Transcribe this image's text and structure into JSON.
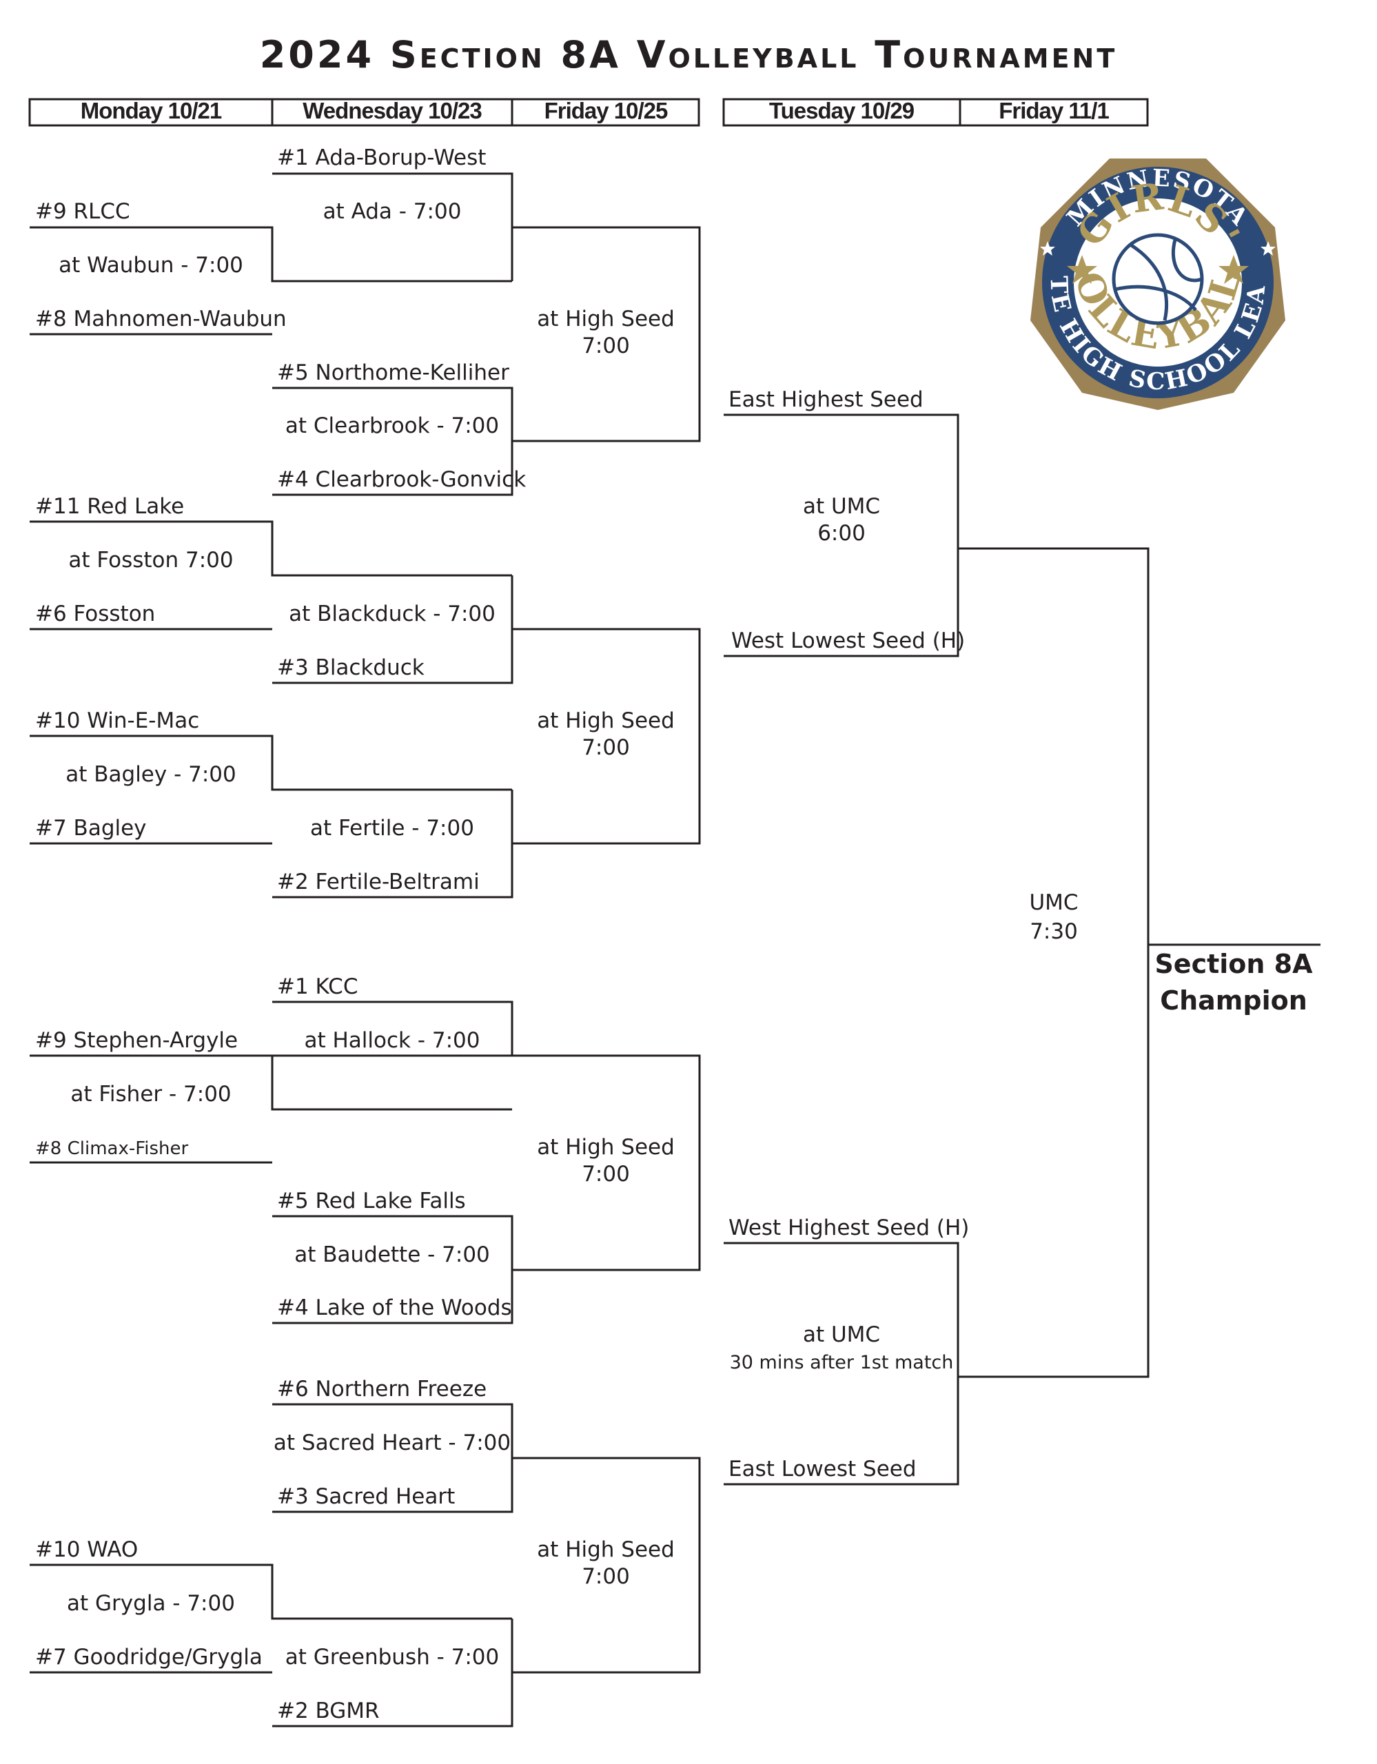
{
  "title": "2024 Section 8A Volleyball Tournament",
  "headers": [
    "Monday 10/21",
    "Wednesday 10/23",
    "Friday 10/25",
    "Tuesday 10/29",
    "Friday 11/1"
  ],
  "logo": {
    "top_text": "MINNESOTA",
    "girls_text": "GIRLS'",
    "bottom_text": "STATE HIGH SCHOOL LEAGUE",
    "volleyball_text": "VOLLEYBALL",
    "colors": {
      "ring": "#9c8356",
      "navy": "#2b4a77",
      "gold": "#b09a5b"
    }
  },
  "top_bracket": {
    "m1_top": "#9 RLCC",
    "m1_venue": "at Waubun - 7:00",
    "m1_bot": "#8 Mahnomen-Waubun",
    "q1_top": "#1 Ada-Borup-West",
    "q1_venue": "at Ada - 7:00",
    "q2_top": "#5 Northome-Kelliher",
    "q2_venue": "at Clearbrook - 7:00",
    "q2_bot": "#4 Clearbrook-Gonvick",
    "m2_top": "#11 Red Lake",
    "m2_venue": "at Fosston 7:00",
    "m2_bot": "#6 Fosston",
    "q3_venue": "at Blackduck - 7:00",
    "q3_bot": "#3 Blackduck",
    "m3_top": "#10 Win-E-Mac",
    "m3_venue": "at Bagley - 7:00",
    "m3_bot": "#7 Bagley",
    "q4_venue": "at Fertile - 7:00",
    "q4_bot": "#2 Fertile-Beltrami",
    "s1_venue": "at High Seed",
    "s1_time": "7:00",
    "s2_venue": "at High Seed",
    "s2_time": "7:00"
  },
  "bottom_bracket": {
    "q1_top": "#1 KCC",
    "q1_venue": "at Hallock - 7:00",
    "m1_top": "#9 Stephen-Argyle",
    "m1_venue": "at Fisher - 7:00",
    "m1_bot": "#8 Climax-Fisher",
    "q2_top": "#5 Red Lake Falls",
    "q2_venue": "at Baudette - 7:00",
    "q2_bot": "#4 Lake of the Woods",
    "q3_top": "#6 Northern Freeze",
    "q3_venue": "at Sacred Heart - 7:00",
    "q3_bot": "#3 Sacred Heart",
    "m2_top": "#10 WAO",
    "m2_venue": "at Grygla - 7:00",
    "m2_bot": "#7 Goodridge/Grygla",
    "q4_venue": "at Greenbush - 7:00",
    "q4_bot": "#2 BGMR",
    "s1_venue": "at High Seed",
    "s1_time": "7:00",
    "s2_venue": "at High Seed",
    "s2_time": "7:00"
  },
  "semis": {
    "top_a": "East Highest Seed",
    "top_venue": "at UMC",
    "top_time": "6:00",
    "top_b": "West Lowest Seed (H)",
    "bot_a": "West Highest Seed (H)",
    "bot_venue": "at UMC",
    "bot_time": "30 mins after 1st match",
    "bot_b": "East Lowest Seed"
  },
  "final": {
    "venue": "UMC",
    "time": "7:30",
    "champion_line1": "Section 8A",
    "champion_line2": "Champion"
  }
}
